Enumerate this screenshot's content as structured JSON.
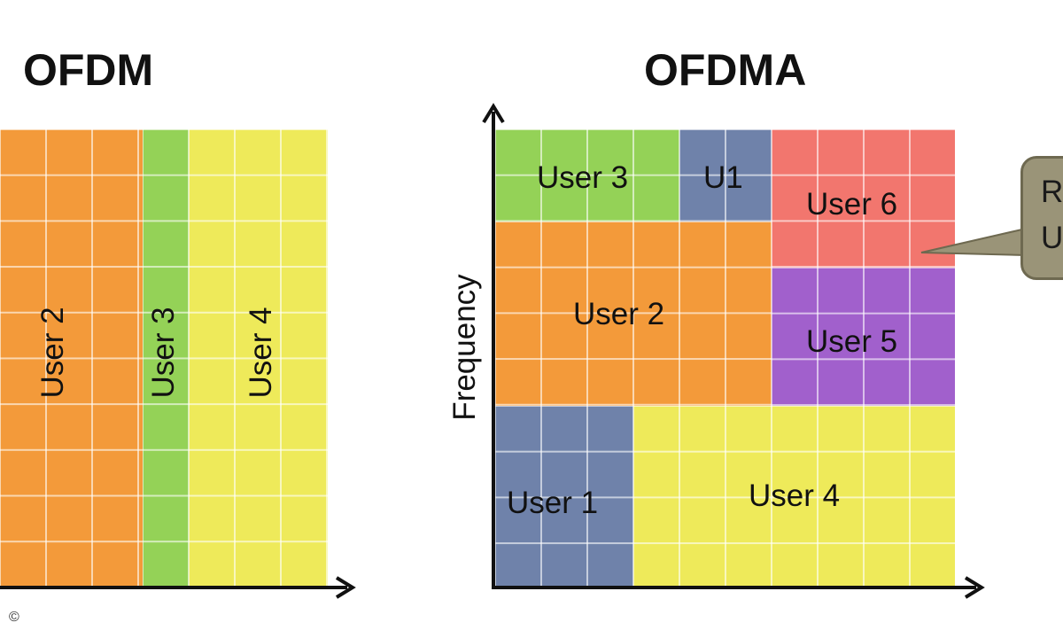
{
  "ofdm": {
    "title": "OFDM",
    "users": [
      {
        "label": "User 2",
        "color": "#f39a3a"
      },
      {
        "label": "User 3",
        "color": "#94d257"
      },
      {
        "label": "User 4",
        "color": "#eeea5a"
      }
    ]
  },
  "ofdma": {
    "title": "OFDMA",
    "y_axis_label": "Frequency",
    "users": [
      {
        "label": "User 3",
        "color": "#94d257"
      },
      {
        "label": "U1",
        "color": "#6f82aa"
      },
      {
        "label": "User 6",
        "color": "#f2766e"
      },
      {
        "label": "User 2",
        "color": "#f39a3a"
      },
      {
        "label": "User 5",
        "color": "#a160cc"
      },
      {
        "label": "User 1",
        "color": "#6f82aa"
      },
      {
        "label": "User 4",
        "color": "#eeea5a"
      }
    ]
  },
  "callout": {
    "line1": "R",
    "line2": "U",
    "color": "#9a9478"
  },
  "copyright": "©"
}
